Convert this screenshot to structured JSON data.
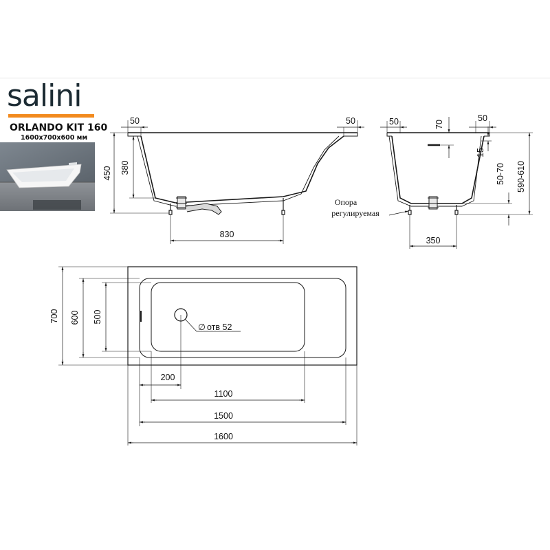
{
  "brand": {
    "logo_text": "salini",
    "model": "ORLANDO KIT 160",
    "dimensions": "1600x700x600 мм"
  },
  "side_view": {
    "rim_left": "50",
    "rim_right": "50",
    "height_total": "450",
    "height_inner": "380",
    "leg_spacing": "830"
  },
  "end_view": {
    "rim_left": "50",
    "rim_right": "50",
    "rim_height": "70",
    "offset_15": "15",
    "leg_range": "50-70",
    "height_range": "590-610",
    "leg_spacing": "350",
    "support_label_line1": "Опора",
    "support_label_line2": "регулируемая"
  },
  "top_view": {
    "outer_width": "700",
    "inner_width": "600",
    "bottom_width": "500",
    "drain_offset": "200",
    "bottom_length": "1100",
    "inner_length": "1500",
    "outer_length": "1600",
    "drain_label": "отв 52",
    "diameter_symbol": "∅"
  },
  "colors": {
    "line": "#1a1a1a",
    "accent": "#f28a1e",
    "logo": "#1c2b33"
  }
}
